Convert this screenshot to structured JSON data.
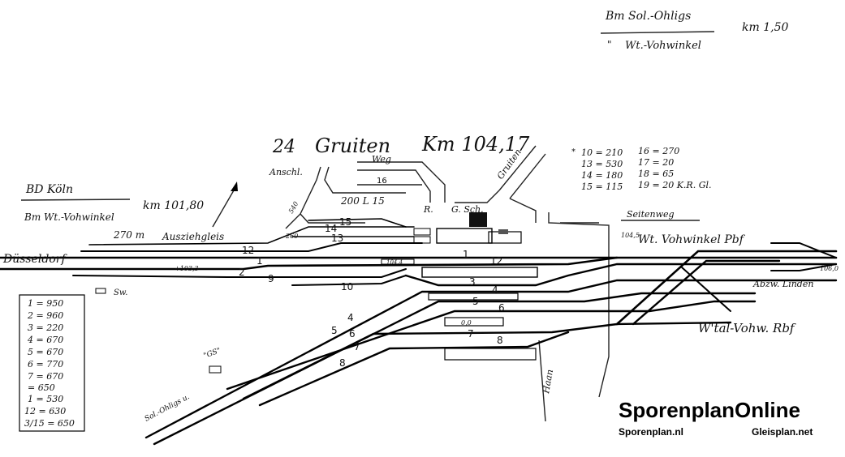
{
  "header": {
    "bm_sol_ohligs": "Bm Sol.-Ohligs",
    "ditto_mark": "\"",
    "wt_vohwinkel": "Wt.-Vohwinkel",
    "km_150": "km 1,50"
  },
  "title": {
    "number": "24",
    "station": "Gruiten",
    "km": "Km 104,17"
  },
  "district": {
    "bd_koln": "BD Köln",
    "bm_wt_vohwinkel": "Bm Wt.-Vohwinkel",
    "km_10180": "km 101,80"
  },
  "curve_table": {
    "rows": [
      {
        "left": "10 = 210",
        "right": "16 = 270"
      },
      {
        "left": "13 = 530",
        "right": "17 = 20"
      },
      {
        "left": "14 = 180",
        "right": "18 = 65"
      },
      {
        "left": "15 = 115",
        "right": "19 = 20 K.R. Gl."
      }
    ]
  },
  "labels": {
    "anschl": "Anschl.",
    "weg": "Weg",
    "gruiten_road": "Gruiten",
    "seitenweg": "Seitenweg",
    "siding_200": "200 L 15",
    "shed_r": "R.",
    "shed_gsch": "G. Sch.",
    "dusseldorf": "Düsseldorf",
    "ausziehgleis": "Ausziehgleis",
    "length_270": "270 m",
    "wt_vohwinkel_pbf": "Wt. Vohwinkel  Pbf",
    "abzw_linden": "Abzw. Linden",
    "wtal_rbf": "W'tal-Vohw. Rbf",
    "sol_ohligs": "Sol.-Ohligs u.",
    "haan": "Haan",
    "sw": "Sw.",
    "gs": "\"GS\"",
    "km_1045": "104,5",
    "km_1060": "106,0"
  },
  "track_numbers": {
    "t1": "1",
    "t2": "2",
    "t3": "3",
    "t4": "4",
    "t5": "5",
    "t6": "6",
    "t7": "7",
    "t8": "8",
    "t9": "9",
    "t10": "10",
    "t12": "12",
    "t13": "13",
    "t14": "14",
    "t15": "15",
    "t16": "16"
  },
  "lengths_table": {
    "rows": [
      "1 = 950",
      "2 = 960",
      "3 = 220",
      "4 = 670",
      "5 = 670",
      "6 = 770",
      "7 = 670",
      "   = 650",
      "1 = 530",
      "12 = 630",
      "3/15 = 650"
    ]
  },
  "branding": {
    "name": "SporenplanOnline",
    "site1": "Sporenplan.nl",
    "site2": "Gleisplan.net"
  }
}
